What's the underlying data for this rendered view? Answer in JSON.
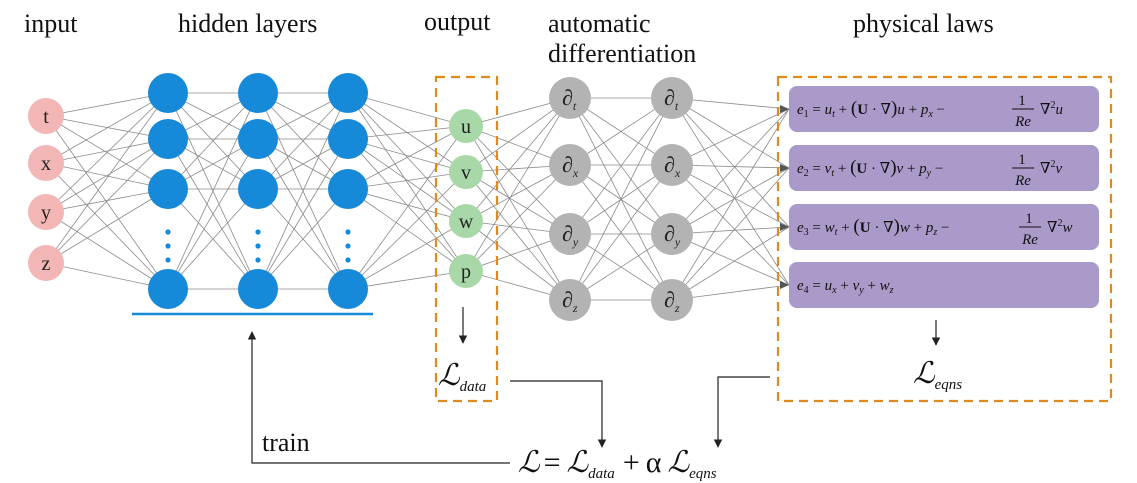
{
  "headings": {
    "input": "input",
    "hidden": "hidden layers",
    "output": "output",
    "autodiff_line1": "automatic",
    "autodiff_line2": "differentiation",
    "physics": "physical laws"
  },
  "input_nodes": [
    "t",
    "x",
    "y",
    "z"
  ],
  "output_nodes": [
    "u",
    "v",
    "w",
    "p"
  ],
  "derivative_subscripts": [
    "t",
    "x",
    "y",
    "z"
  ],
  "partial_symbol": "∂",
  "equations": [
    {
      "label": "e",
      "index": "1",
      "terms": "= u_t + (U·∇)u + p_x − (1/Re)∇²u"
    },
    {
      "label": "e",
      "index": "2",
      "terms": "= v_t + (U·∇)v + p_y − (1/Re)∇²v"
    },
    {
      "label": "e",
      "index": "3",
      "terms": "= w_t + (U·∇)w + p_z − (1/Re)∇²w"
    },
    {
      "label": "e",
      "index": "4",
      "terms": "= u_x + v_y + w_z"
    }
  ],
  "loss": {
    "symbol": "ℒ",
    "data_sub": "data",
    "eqns_sub": "eqns",
    "total_eq": "=",
    "plus": "+",
    "alpha": "α",
    "train_label": "train"
  },
  "colors": {
    "input_node": "#f2b6b6",
    "hidden_node": "#1689d8",
    "output_node": "#a8d8a8",
    "diff_node": "#b3b3b3",
    "equation_box": "#a99ac9",
    "dashed_box": "#e08a1e",
    "hidden_bar": "#1689d8"
  }
}
